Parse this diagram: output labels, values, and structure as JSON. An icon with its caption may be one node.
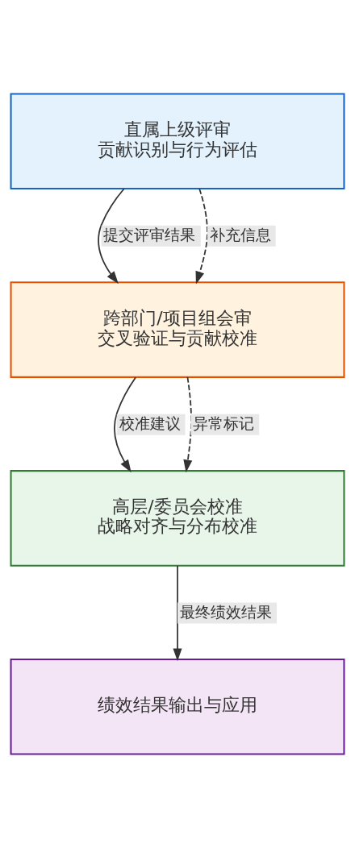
{
  "diagram": {
    "nodes": [
      {
        "text": [
          "直属上级评审",
          "贡献识别与行为评估"
        ]
      },
      {
        "text": [
          "跨部门/项目组会审",
          "交叉验证与贡献校准"
        ]
      },
      {
        "text": [
          "高层/委员会校准",
          "战略对齐与分布校准"
        ]
      },
      {
        "text": [
          "绩效结果输出与应用"
        ]
      }
    ],
    "edges": [
      {
        "from": 0,
        "to": 1,
        "arrow": "to",
        "label": "提交评审结果"
      },
      {
        "from": 0,
        "to": 1,
        "arrow": "to",
        "label": "补充信息",
        "style": "dashed"
      },
      {
        "from": 1,
        "to": 2,
        "arrow": "to",
        "label": "校准建议"
      },
      {
        "from": 1,
        "to": 2,
        "arrow": "to",
        "label": "异常标记",
        "style": "dashed"
      },
      {
        "from": 2,
        "to": 3,
        "arrow": "to",
        "label": "最终绩效结果"
      }
    ]
  }
}
